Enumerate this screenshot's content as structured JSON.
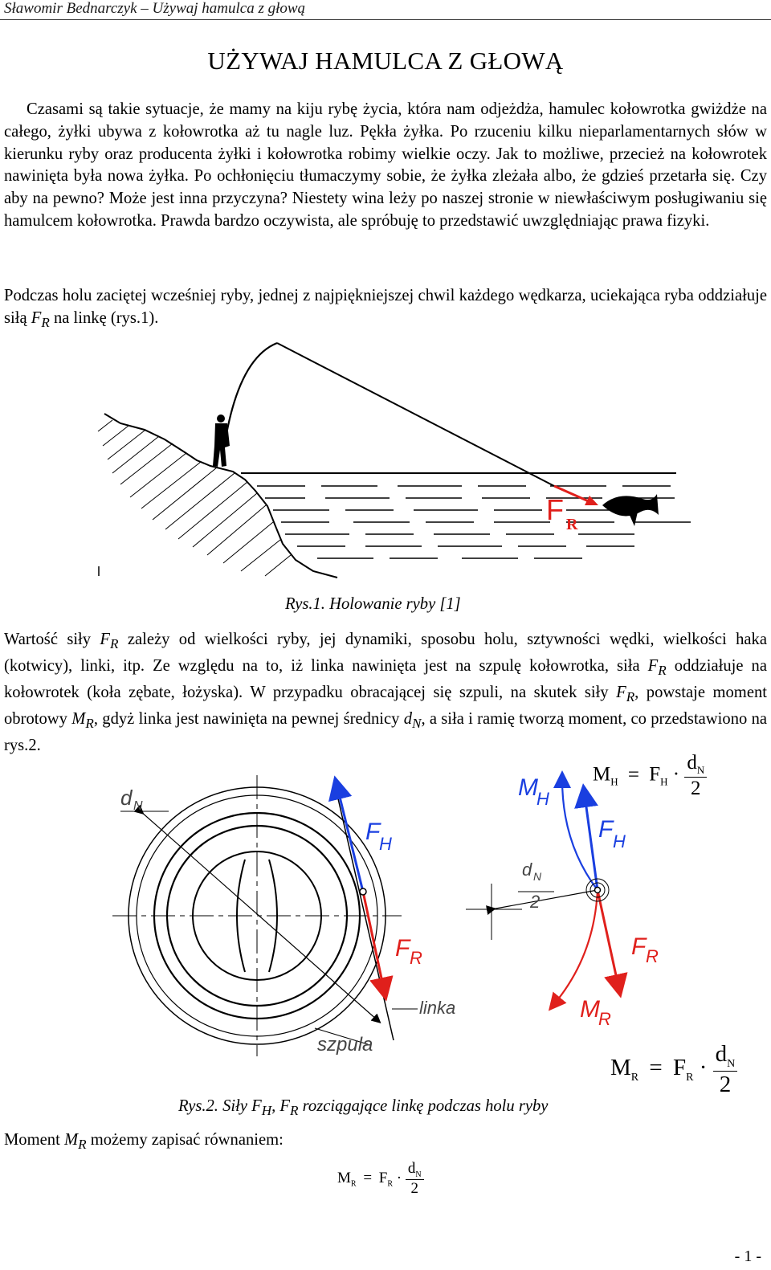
{
  "header": {
    "running_title": "Sławomir Bednarczyk – Używaj hamulca z głową"
  },
  "title": "UŻYWAJ HAMULCA Z GŁOWĄ",
  "paragraphs": {
    "p1": "Czasami są takie sytuacje, że mamy na kiju rybę życia, która nam odjeżdża, hamulec kołowrotka gwiżdże na całego, żyłki ubywa z kołowrotka aż tu nagle luz. Pękła żyłka. Po rzuceniu kilku nieparlamentarnych słów w kierunku ryby oraz producenta żyłki i kołowrotka robimy wielkie oczy. Jak to możliwe, przecież na kołowrotek nawinięta była nowa żyłka. Po ochłonięciu tłumaczymy sobie, że żyłka zleżała albo, że gdzieś przetarła się. Czy aby na pewno? Może jest inna przyczyna? Niestety wina leży po naszej stronie w niewłaściwym posługiwaniu się hamulcem kołowrotka. Prawda bardzo oczywista, ale spróbuję to przedstawić uwzględniając prawa fizyki.",
    "p2_a": "Podczas holu zaciętej wcześniej ryby, jednej z najpiękniejszej chwil każdego wędkarza, uciekająca ryba oddziałuje siłą ",
    "p2_b": " na linkę (rys.1).",
    "p3_a": "Wartość siły ",
    "p3_b": " zależy od wielkości ryby, jej dynamiki, sposobu holu, sztywności wędki, wielkości haka (kotwicy), linki, itp. Ze względu na to, iż linka nawinięta jest na szpulę kołowrotka, siła ",
    "p3_c": " oddziałuje na kołowrotek (koła zębate, łożyska). W przypadku obracającej się szpuli, na skutek siły ",
    "p3_d": ", powstaje moment obrotowy ",
    "p3_e": ", gdyż linka jest nawinięta na pewnej średnicy ",
    "p3_f": ", a siła i ramię tworzą moment, co przedstawiono na rys.2.",
    "p4_a": "Moment ",
    "p4_b": " możemy zapisać równaniem:"
  },
  "symbols": {
    "F": "F",
    "R": "R",
    "M": "M",
    "d": "d",
    "N": "N",
    "H": "H"
  },
  "figure1": {
    "caption": "Rys.1. Holowanie ryby [1]",
    "label_F": "F",
    "label_R": "R",
    "colors": {
      "force_arrow": "#e0201c"
    }
  },
  "figure2": {
    "caption_a": "Rys.2. Siły ",
    "caption_b": ", ",
    "caption_c": " rozciągające linkę podczas holu ryby",
    "labels": {
      "dN": "d",
      "dN_sub": "N",
      "FH": "F",
      "FH_sub": "H",
      "FR": "F",
      "FR_sub": "R",
      "MH": "M",
      "MH_sub": "H",
      "MR": "M",
      "MR_sub": "R",
      "dN2_num": "d",
      "dN2_sub": "N",
      "dN2_den": "2",
      "linka": "linka",
      "szpula": "szpula"
    },
    "colors": {
      "blue": "#1a3fe0",
      "red": "#e0201c"
    }
  },
  "formulas": {
    "top": {
      "lhs": "M",
      "lhs_sub": "H",
      "eq": "=",
      "f": "F",
      "f_sub": "H",
      "dot": "·",
      "num": "d",
      "num_sub": "N",
      "den": "2"
    },
    "right": {
      "lhs": "M",
      "lhs_sub": "R",
      "eq": "=",
      "f": "F",
      "f_sub": "R",
      "dot": "·",
      "num": "d",
      "num_sub": "N",
      "den": "2"
    },
    "bottom": {
      "lhs": "M",
      "lhs_sub": "R",
      "eq": "=",
      "f": "F",
      "f_sub": "R",
      "dot": "·",
      "num": "d",
      "num_sub": "N",
      "den": "2"
    }
  },
  "footer": {
    "page_number": "- 1 -"
  }
}
